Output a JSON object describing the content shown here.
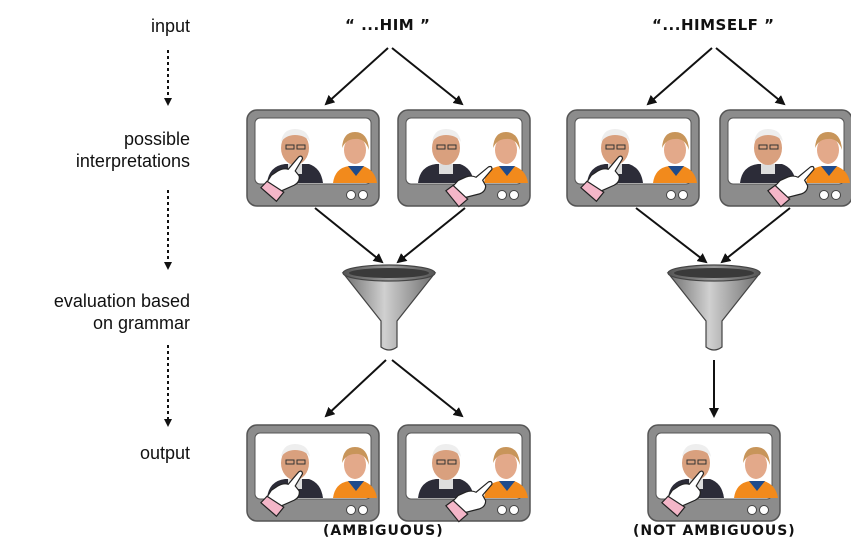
{
  "stages": {
    "input": "input",
    "interpretations": "possible\ninterpretations",
    "evaluation": "evaluation based\non grammar",
    "output": "output"
  },
  "inputs": {
    "him": "“ ...HIM ”",
    "himself": "“...HIMSELF ”"
  },
  "captions": {
    "left": "(AMBIGUOUS)",
    "right": "(NOT AMBIGUOUS)"
  },
  "colors": {
    "tv_frame": "#8c8c8c",
    "tv_frame_dark": "#555555",
    "screen": "#ffffff",
    "funnel": "#9a9a9a",
    "hand_cuff": "#f4b6c8",
    "woman_shirt": "#f28a1c",
    "man_jacket": "#2c2c38"
  },
  "icons": {
    "screen_person_left": "elderly-man-icon",
    "screen_person_right": "woman-icon",
    "pointer": "pointing-hand-icon",
    "filter": "funnel-icon"
  }
}
